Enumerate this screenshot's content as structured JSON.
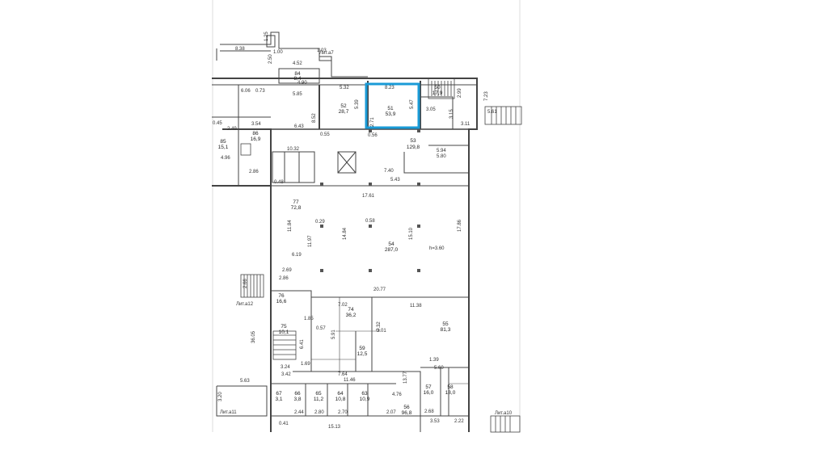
{
  "title": "1 этаж блок Б",
  "highlight_color": "#1a9bd7",
  "wall_color": "#444444",
  "rooms": [
    {
      "id": "51",
      "area": "53,9"
    },
    {
      "id": "52",
      "area": "28,7"
    },
    {
      "id": "53",
      "area": "129,8"
    },
    {
      "id": "54",
      "area": "287,0"
    },
    {
      "id": "55",
      "area": "81,3"
    },
    {
      "id": "56",
      "area": "96,8"
    },
    {
      "id": "57",
      "area": "16,0"
    },
    {
      "id": "58",
      "area": "18,0"
    },
    {
      "id": "59",
      "area": "12,5"
    },
    {
      "id": "63",
      "area": "10,9"
    },
    {
      "id": "64",
      "area": "10,8"
    },
    {
      "id": "65",
      "area": "11,2"
    },
    {
      "id": "66",
      "area": "3,8"
    },
    {
      "id": "67",
      "area": "3,1"
    },
    {
      "id": "74",
      "area": "36,2"
    },
    {
      "id": "75",
      "area": "10,1"
    },
    {
      "id": "76",
      "area": "16,6"
    },
    {
      "id": "77",
      "area": "72,8"
    },
    {
      "id": "84",
      "area": "8,4"
    },
    {
      "id": "85",
      "area": "15,1"
    },
    {
      "id": "86",
      "area": "16,9"
    },
    {
      "id": "50",
      "area": "17,9"
    }
  ],
  "labels": {
    "lit_a7": "Лит.а7",
    "lit_a12": "Лит.а12",
    "lit_a11": "Лит.а11",
    "lit_a10": "Лит.а10",
    "height": "h=3.60"
  },
  "dimensions": [
    "8.23",
    "5.32",
    "5.39",
    "5.47",
    "6.06",
    "5.85",
    "4.52",
    "4.90",
    "6.43",
    "8.52",
    "17.61",
    "11.84",
    "14.84",
    "15.10",
    "17.86",
    "20.77",
    "11.38",
    "7.02",
    "10.32",
    "5.94",
    "5.80",
    "5.43",
    "7.40",
    "11.97",
    "6.19",
    "2.86",
    "13.77",
    "11.46",
    "7.64",
    "15.13",
    "5.63",
    "36.05",
    "3.24",
    "3.42",
    "4.76",
    "2.44",
    "2.80",
    "2.70",
    "2.07",
    "3.05",
    "3.15",
    "3.11",
    "2.99",
    "5.61",
    "7.23",
    "2.49",
    "3.54",
    "4.96",
    "2.86",
    "0.58",
    "0.56",
    "0.29",
    "0.73",
    "0.41",
    "2.66",
    "2.68",
    "3.53",
    "2.22",
    "8.38",
    "1.00",
    "1.03",
    "2.50",
    "1.25",
    "0.55",
    "0.45",
    "2.71",
    "3.01",
    "3.20",
    "1.39",
    "5.60",
    "1.85",
    "0.57",
    "5.91",
    "7.32",
    "6.41",
    "1.69",
    "2.69",
    "0.48"
  ]
}
